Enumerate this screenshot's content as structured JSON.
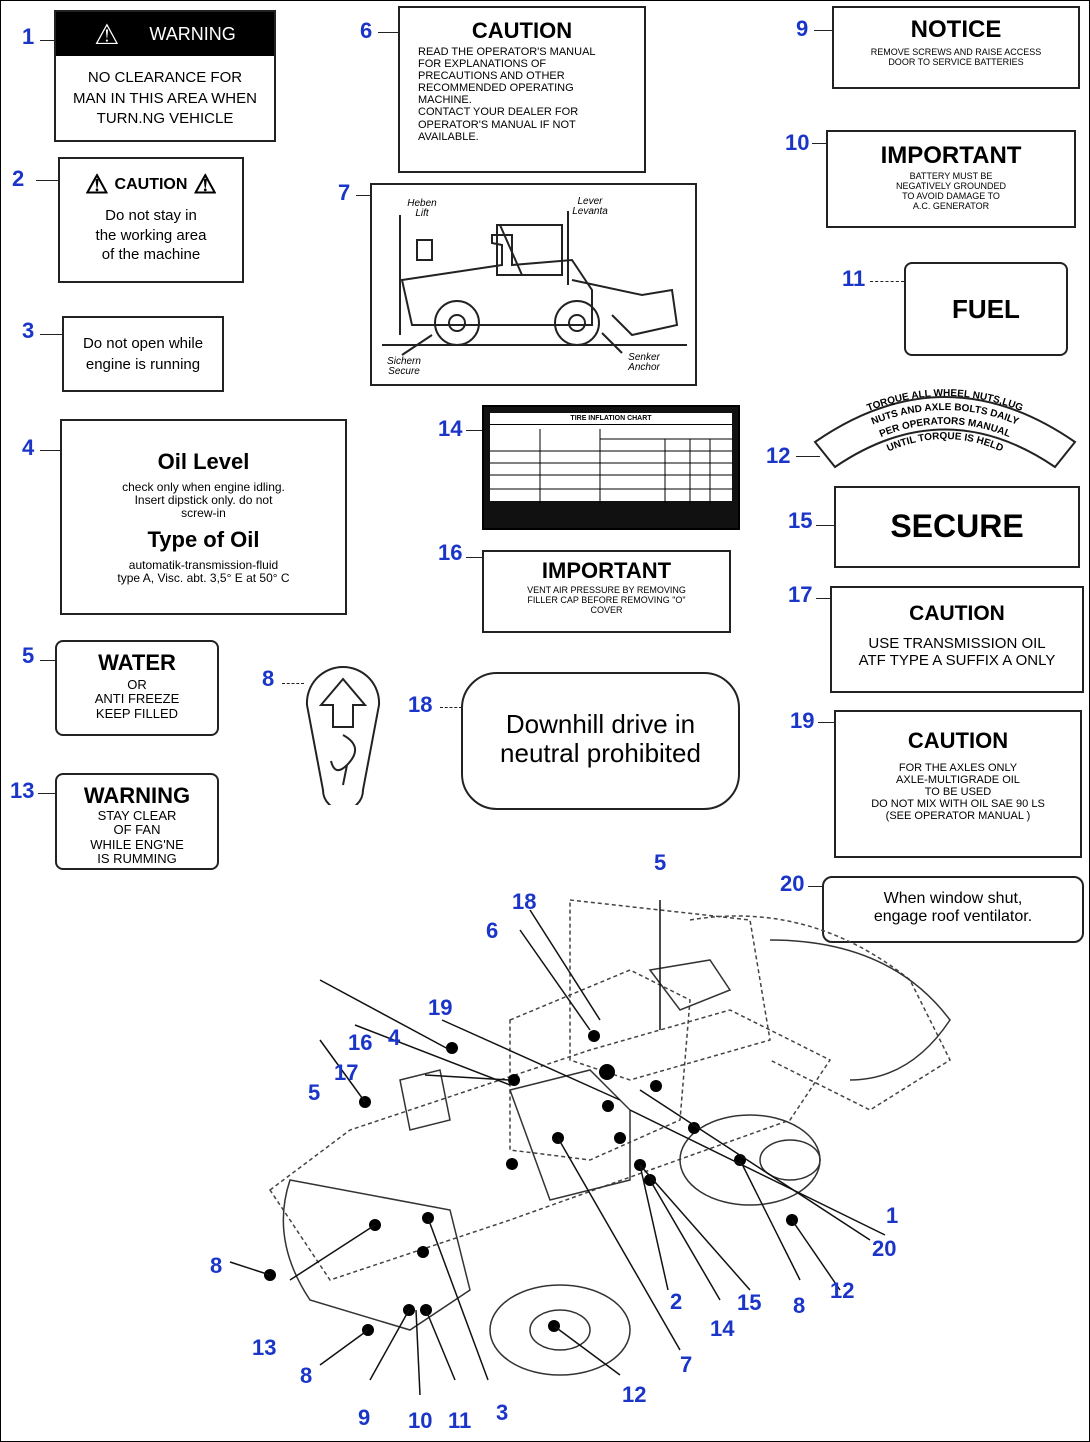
{
  "decals": [
    {
      "no": "1",
      "header": "WARNING",
      "lines": [
        "NO CLEARANCE FOR",
        "MAN IN THIS AREA WHEN",
        "TURN.NG VEHICLE"
      ]
    },
    {
      "no": "2",
      "header": "CAUTION",
      "lines": [
        "Do not stay in",
        "the working area",
        "of the machine"
      ]
    },
    {
      "no": "3",
      "lines": [
        "Do not open while",
        "engine is running"
      ]
    },
    {
      "no": "4",
      "title": "Oil Level",
      "sub": [
        "check only when engine idling.",
        "Insert dipstick only. do not",
        "screw-in"
      ],
      "title2": "Type of Oil",
      "sub2": [
        "automatik-transmission-fluid",
        "type A, Visc. abt. 3,5° E at 50° C"
      ]
    },
    {
      "no": "5",
      "header": "WATER",
      "lines": [
        "OR",
        "ANTI FREEZE",
        "KEEP FILLED"
      ]
    },
    {
      "no": "6",
      "header": "CAUTION",
      "lines": [
        "READ THE OPERATOR'S MANUAL",
        "FOR EXPLANATIONS OF",
        "PRECAUTIONS AND OTHER",
        "RECOMMENDED OPERATING",
        "MACHINE.",
        "CONTACT YOUR DEALER FOR",
        "OPERATOR'S MANUAL IF NOT",
        "AVAILABLE."
      ]
    },
    {
      "no": "7",
      "labels": [
        "Heben Lift",
        "Lever Levanta",
        "Sichern Secure",
        "Senker Anchor"
      ]
    },
    {
      "no": "8"
    },
    {
      "no": "9",
      "header": "NOTICE",
      "lines": [
        "REMOVE SCREWS AND RAISE ACCESS",
        "DOOR TO SERVICE BATTERIES"
      ]
    },
    {
      "no": "10",
      "header": "IMPORTANT",
      "lines": [
        "BATTERY MUST BE",
        "NEGATIVELY GROUNDED",
        "TO AVOID DAMAGE TO",
        "A.C. GENERATOR"
      ]
    },
    {
      "no": "11",
      "header": "FUEL"
    },
    {
      "no": "12",
      "lines": [
        "TORQUE ALL WHEEL NUTS,LUG",
        "NUTS AND AXLE BOLTS DAILY",
        "PER OPERATORS MANUAL",
        "UNTIL TORQUE IS HELD"
      ]
    },
    {
      "no": "13",
      "header": "WARNING",
      "lines": [
        "STAY CLEAR",
        "OF FAN",
        "WHILE ENG'NE",
        "IS RUMMING"
      ]
    },
    {
      "no": "14",
      "header": "TIRE INFLATION CHART"
    },
    {
      "no": "15",
      "header": "SECURE"
    },
    {
      "no": "16",
      "header": "IMPORTANT",
      "lines": [
        "VENT AIR PRESSURE BY REMOVING",
        "FILLER CAP BEFORE REMOVING \"O\"",
        "COVER"
      ]
    },
    {
      "no": "17",
      "header": "CAUTION",
      "lines": [
        "USE TRANSMISSION OIL",
        "ATF TYPE A SUFFIX A ONLY"
      ]
    },
    {
      "no": "18",
      "lines": [
        "Downhill drive in",
        "neutral prohibited"
      ]
    },
    {
      "no": "19",
      "header": "CAUTION",
      "lines": [
        "FOR THE AXLES ONLY",
        "AXLE-MULTIGRADE OIL",
        "TO BE USED",
        "DO NOT MIX WITH OIL SAE 90 LS",
        "(SEE OPERATOR MANUAL )"
      ]
    },
    {
      "no": "20",
      "lines": [
        "When window shut,",
        "engage roof ventilator."
      ]
    }
  ],
  "callouts": [
    "5",
    "18",
    "6",
    "19",
    "16",
    "4",
    "17",
    "5",
    "8",
    "13",
    "8",
    "9",
    "10",
    "11",
    "3",
    "12",
    "7",
    "2",
    "14",
    "15",
    "8",
    "12",
    "1",
    "20"
  ],
  "colors": {
    "callout": "#1a35c8",
    "line": "#222222"
  }
}
